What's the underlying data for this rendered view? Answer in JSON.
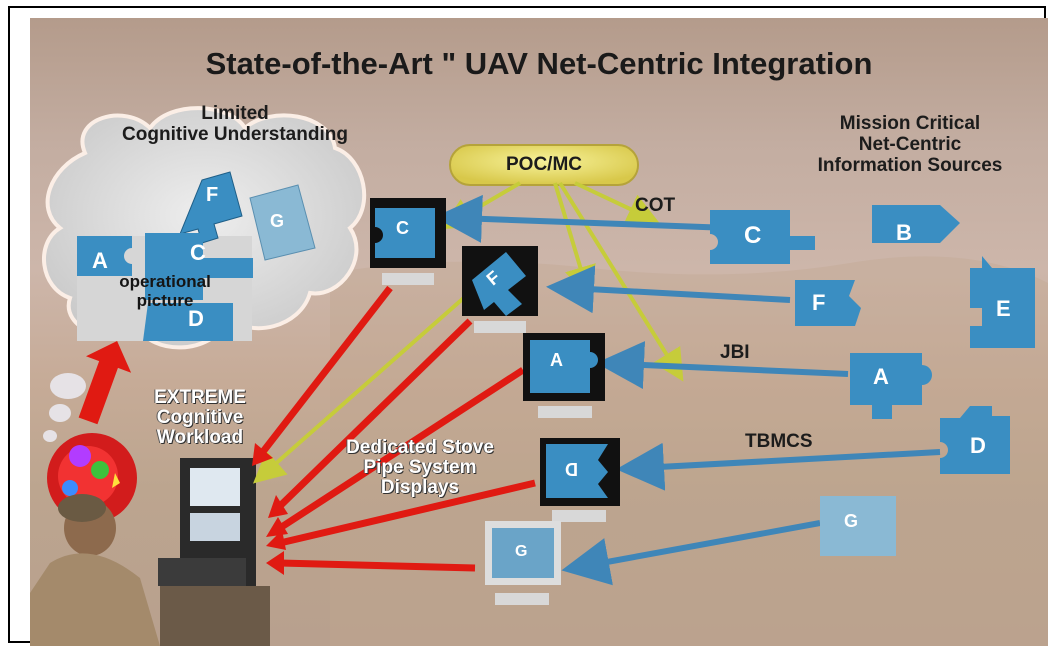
{
  "title": "State-of-the-Art \" UAV Net-Centric Integration",
  "cloud_label": [
    "Limited",
    "Cognitive Understanding"
  ],
  "cloud_pieces": [
    "F",
    "G",
    "A",
    "C",
    "D"
  ],
  "operational_picture": [
    "operational",
    "picture"
  ],
  "poc": "POC/MC",
  "sources_label": [
    "Mission Critical",
    "Net-Centric",
    "Information Sources"
  ],
  "workload_label": [
    "EXTREME",
    "Cognitive",
    "Workload"
  ],
  "stovepipe_label": [
    "Dedicated Stove",
    "Pipe System",
    "Displays"
  ],
  "feeds": [
    "COT",
    "JBI",
    "TBMCS"
  ],
  "source_pieces": [
    "B",
    "C",
    "E",
    "F",
    "A",
    "D",
    "G"
  ],
  "display_pieces": [
    "C",
    "F",
    "A",
    "D",
    "G"
  ],
  "colors": {
    "piece_blue": "#3a8ec2",
    "piece_light": "#8ab9d4",
    "arrow_red": "#e01a12",
    "arrow_yellow": "#c6cc3a",
    "arrow_blue": "#3f86b8"
  }
}
